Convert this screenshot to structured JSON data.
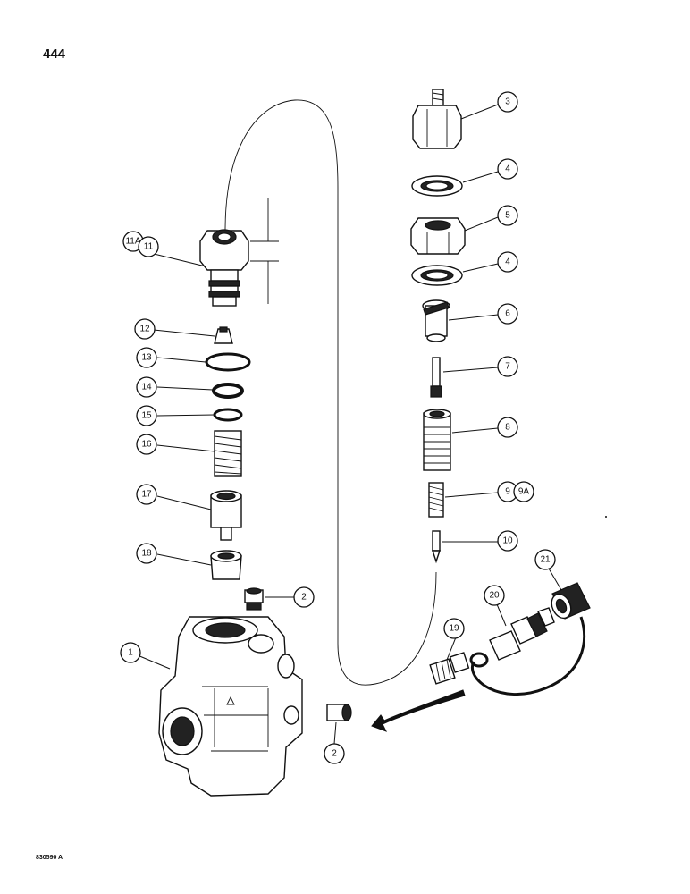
{
  "page": {
    "number": "444",
    "figure_code": "830590 A"
  },
  "callouts": [
    {
      "id": "1",
      "text": "1"
    },
    {
      "id": "2a",
      "text": "2"
    },
    {
      "id": "2b",
      "text": "2"
    },
    {
      "id": "3",
      "text": "3"
    },
    {
      "id": "4a",
      "text": "4"
    },
    {
      "id": "4b",
      "text": "4"
    },
    {
      "id": "5",
      "text": "5"
    },
    {
      "id": "6",
      "text": "6"
    },
    {
      "id": "7",
      "text": "7"
    },
    {
      "id": "8",
      "text": "8"
    },
    {
      "id": "9",
      "text": "9"
    },
    {
      "id": "9A",
      "text": "9A"
    },
    {
      "id": "10",
      "text": "10"
    },
    {
      "id": "11A",
      "text": "11A"
    },
    {
      "id": "11",
      "text": "11"
    },
    {
      "id": "12",
      "text": "12"
    },
    {
      "id": "13",
      "text": "13"
    },
    {
      "id": "14",
      "text": "14"
    },
    {
      "id": "15",
      "text": "15"
    },
    {
      "id": "16",
      "text": "16"
    },
    {
      "id": "17",
      "text": "17"
    },
    {
      "id": "18",
      "text": "18"
    },
    {
      "id": "19",
      "text": "19"
    },
    {
      "id": "20",
      "text": "20"
    },
    {
      "id": "21",
      "text": "21"
    }
  ]
}
